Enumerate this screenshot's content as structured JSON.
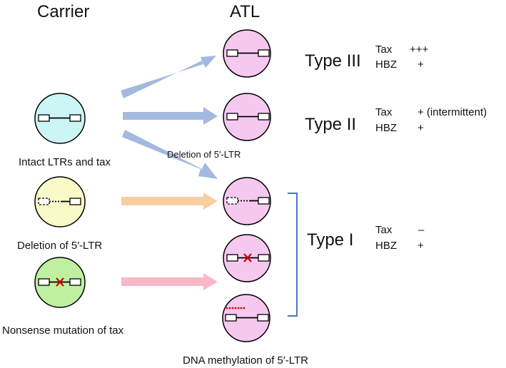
{
  "headers": {
    "carrier": "Carrier",
    "atl": "ATL"
  },
  "carrier_labels": {
    "intact": "Intact LTRs and tax",
    "deletion": "Deletion of 5′-LTR",
    "nonsense": "Nonsense mutation of tax"
  },
  "arrow_label": "Deletion of 5′-LTR",
  "types": {
    "type3": {
      "label": "Type III",
      "tax_name": "Tax",
      "tax_value": "+++",
      "hbz_name": "HBZ",
      "hbz_value": "+"
    },
    "type2": {
      "label": "Type II",
      "tax_name": "Tax",
      "tax_value": "+ (intermittent)",
      "hbz_name": "HBZ",
      "hbz_value": "+"
    },
    "type1": {
      "label": "Type I",
      "tax_name": "Tax",
      "tax_value": "–",
      "hbz_name": "HBZ",
      "hbz_value": "+"
    }
  },
  "atl_bottom_label": "DNA methylation of 5′-LTR",
  "colors": {
    "carrier_intact_fill": "#ccf5f5",
    "carrier_deletion_fill": "#fafac8",
    "carrier_nonsense_fill": "#bff0a0",
    "atl_fill": "#f5c8f0",
    "arrow_blue": "#a3b9de",
    "arrow_orange": "#f8cfa0",
    "arrow_pink": "#f8b8c8",
    "bracket": "#4f74c0",
    "mutation_mark": "#d00000",
    "methylation_dots": "#e00000"
  }
}
